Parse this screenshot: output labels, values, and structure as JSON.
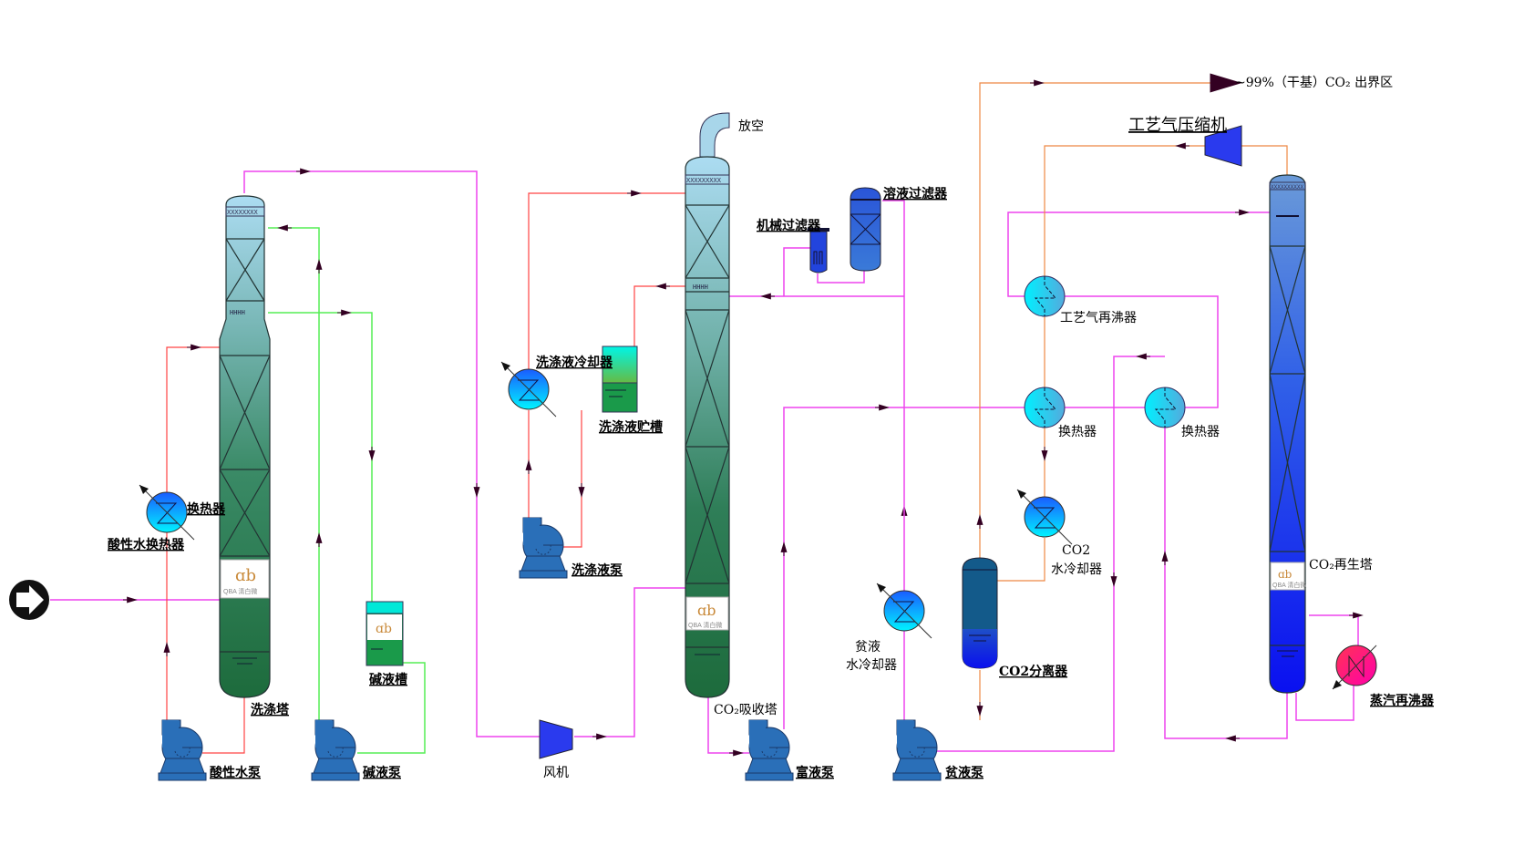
{
  "diagram": {
    "type": "process-flow",
    "subject": "CO2 capture (wash tower, absorber, regenerator)"
  },
  "labels": {
    "product_outlet": "~99%（干基）CO₂ 出界区",
    "compressor": "工艺气压缩机",
    "vent": "放空",
    "solution_filter": "溶液过滤器",
    "mech_filter": "机械过滤器",
    "wash_cooler": "洗涤液冷却器",
    "wash_tank": "洗涤液贮槽",
    "wash_pump": "洗涤液泵",
    "acid_hx_partial": "换热器",
    "acid_hx": "酸性水换热器",
    "wash_tower": "洗涤塔",
    "alkali_tank": "碱液槽",
    "acid_pump": "酸性水泵",
    "alkali_pump": "碱液泵",
    "fan": "风机",
    "absorber": "CO₂吸收塔",
    "rich_pump": "富液泵",
    "lean_pump": "贫液泵",
    "lean_cooler_1": "贫液",
    "lean_cooler_2": "水冷却器",
    "co2_separator": "CO2分离器",
    "co2_cooler_1": "CO2",
    "co2_cooler_2": "水冷却器",
    "process_reboiler": "工艺气再沸器",
    "hx_1": "换热器",
    "hx_2": "换热器",
    "regenerator": "CO₂再生塔",
    "steam_reboiler": "蒸汽再沸器",
    "logo_text": "QBA 清白微"
  },
  "colors": {
    "magenta_line": "#ee44ee",
    "red_line": "#ff4444",
    "green_line": "#55ee55",
    "orange_line": "#ee8844",
    "wash_tower_top": "#a8d8ee",
    "wash_tower_bottom": "#1e6e3e",
    "regen_top": "#5588dd",
    "regen_bottom": "#0a10ee",
    "pump_blue": "#2a6fb8",
    "cooler_blue": "#1a6cff",
    "cooler_cyan": "#00f0ff",
    "reboiler_red": "#ff0066"
  }
}
